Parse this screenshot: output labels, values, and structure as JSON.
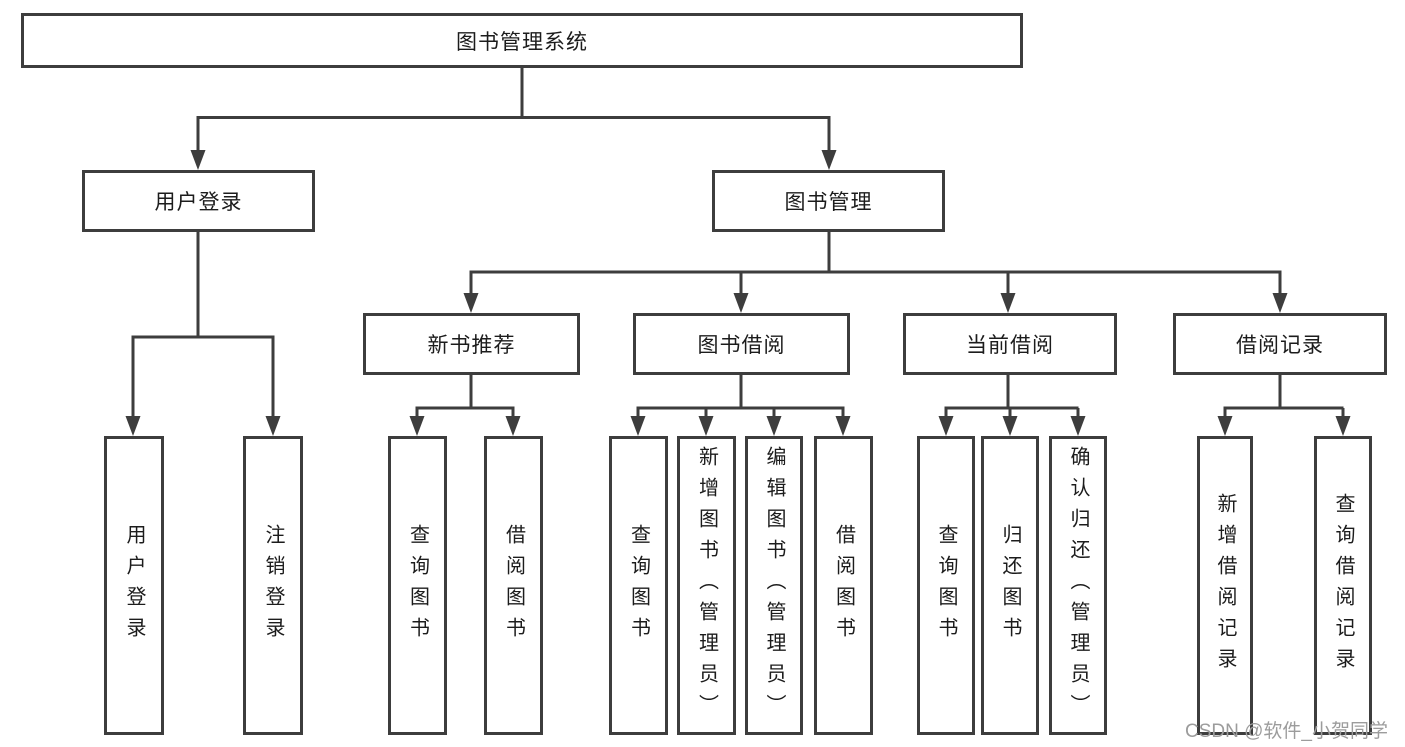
{
  "diagram": {
    "type": "tree",
    "root": {
      "label": "图书管理系统",
      "children": [
        {
          "label": "用户登录",
          "children": [
            {
              "label": "用户登录"
            },
            {
              "label": "注销登录"
            }
          ]
        },
        {
          "label": "图书管理",
          "children": [
            {
              "label": "新书推荐",
              "children": [
                {
                  "label": "查询图书"
                },
                {
                  "label": "借阅图书"
                }
              ]
            },
            {
              "label": "图书借阅",
              "children": [
                {
                  "label": "查询图书"
                },
                {
                  "label": "新增图书（管理员）"
                },
                {
                  "label": "编辑图书（管理员）"
                },
                {
                  "label": "借阅图书"
                }
              ]
            },
            {
              "label": "当前借阅",
              "children": [
                {
                  "label": "查询图书"
                },
                {
                  "label": "归还图书"
                },
                {
                  "label": "确认归还（管理员）"
                }
              ]
            },
            {
              "label": "借阅记录",
              "children": [
                {
                  "label": "新增借阅记录"
                },
                {
                  "label": "查询借阅记录"
                }
              ]
            }
          ]
        }
      ]
    },
    "watermark": "CSDN @软件_小贺同学",
    "colors": {
      "line": "#3d3d3d",
      "box_fill": "#ffffff",
      "text": "#1c1c1c",
      "watermark": "#9c9c9c",
      "background": "#ffffff"
    }
  }
}
